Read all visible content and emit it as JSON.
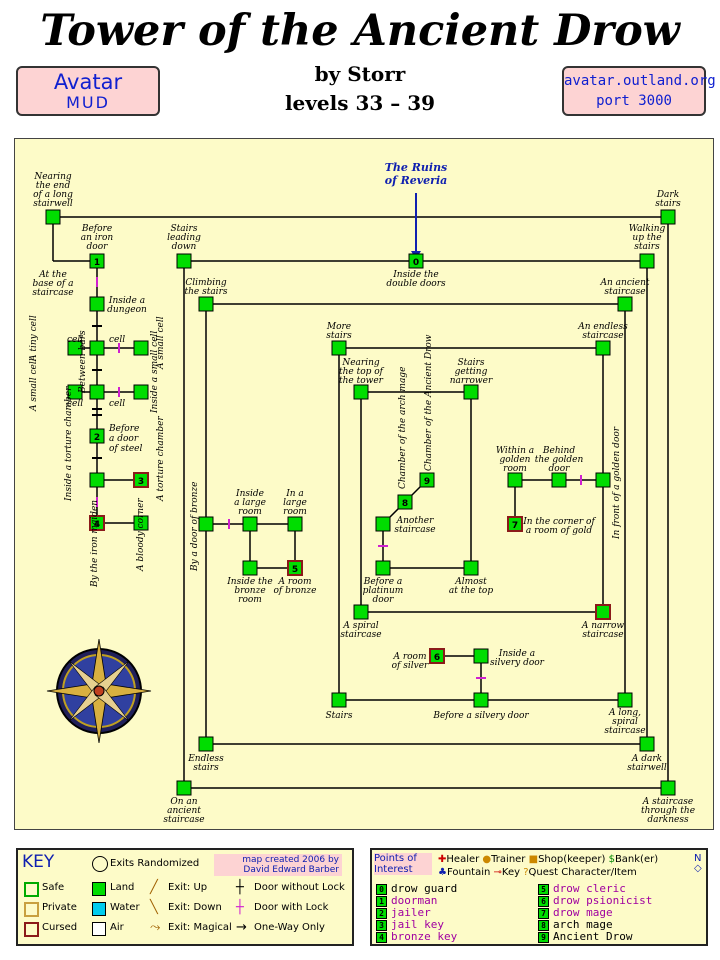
{
  "header": {
    "title": "Tower of the Ancient Drow",
    "author": "by Storr",
    "levels": "levels 33 – 39",
    "mud_name": "Avatar",
    "mud_sub": "MUD",
    "server_host": "avatar.outland.org",
    "server_port": "port 3000"
  },
  "map": {
    "entry_label_1": "The Ruins",
    "entry_label_2": "of Reveria",
    "rooms": [
      {
        "id": "nearing-end",
        "lines": [
          "Nearing",
          "the end",
          "of a long",
          "stairwell"
        ]
      },
      {
        "id": "dark-stairs",
        "lines": [
          "Dark",
          "stairs"
        ]
      },
      {
        "id": "before-iron-door",
        "lines": [
          "Before",
          "an iron",
          "door"
        ]
      },
      {
        "id": "stairs-leading-down",
        "lines": [
          "Stairs",
          "leading",
          "down"
        ]
      },
      {
        "id": "walking-up",
        "lines": [
          "Walking",
          "up the",
          "stairs"
        ]
      },
      {
        "id": "base-staircase",
        "lines": [
          "At the",
          "base of a",
          "staircase"
        ]
      },
      {
        "id": "inside-double-doors",
        "lines": [
          "Inside the",
          "double doors"
        ]
      },
      {
        "id": "climbing",
        "lines": [
          "Climbing",
          "the stairs"
        ]
      },
      {
        "id": "ancient-staircase-top",
        "lines": [
          "An ancient",
          "staircase"
        ]
      },
      {
        "id": "inside-dungeon",
        "lines": [
          "Inside a",
          "dungeon"
        ]
      },
      {
        "id": "more-stairs",
        "lines": [
          "More",
          "stairs"
        ]
      },
      {
        "id": "endless-staircase",
        "lines": [
          "An endless",
          "staircase"
        ]
      },
      {
        "id": "nearing-top",
        "lines": [
          "Nearing",
          "the top of",
          "the tower"
        ]
      },
      {
        "id": "stairs-narrower",
        "lines": [
          "Stairs",
          "getting",
          "narrower"
        ]
      },
      {
        "id": "within-golden",
        "lines": [
          "Within a",
          "golden",
          "room"
        ]
      },
      {
        "id": "behind-golden",
        "lines": [
          "Behind",
          "the golden",
          "door"
        ]
      },
      {
        "id": "another-staircase",
        "lines": [
          "Another",
          "staircase"
        ]
      },
      {
        "id": "corner-gold",
        "lines": [
          "In the corner of",
          "a room of gold"
        ]
      },
      {
        "id": "inside-large-room",
        "lines": [
          "Inside",
          "a large",
          "room"
        ]
      },
      {
        "id": "in-large-room",
        "lines": [
          "In a",
          "large",
          "room"
        ]
      },
      {
        "id": "inside-bronze",
        "lines": [
          "Inside the",
          "bronze",
          "room"
        ]
      },
      {
        "id": "room-of-bronze",
        "lines": [
          "A room",
          "of bronze"
        ]
      },
      {
        "id": "before-platinum",
        "lines": [
          "Before a",
          "platinum",
          "door"
        ]
      },
      {
        "id": "almost-top",
        "lines": [
          "Almost",
          "at the top"
        ]
      },
      {
        "id": "spiral-staircase",
        "lines": [
          "A spiral",
          "staircase"
        ]
      },
      {
        "id": "narrow-staircase",
        "lines": [
          "A narrow",
          "staircase"
        ]
      },
      {
        "id": "room-silver",
        "lines": [
          "A room",
          "of silver"
        ]
      },
      {
        "id": "inside-silvery",
        "lines": [
          "Inside a",
          "silvery door"
        ]
      },
      {
        "id": "stairs-low",
        "lines": [
          "Stairs"
        ]
      },
      {
        "id": "before-silvery",
        "lines": [
          "Before a silvery door"
        ]
      },
      {
        "id": "long-spiral",
        "lines": [
          "A long,",
          "spiral",
          "staircase"
        ]
      },
      {
        "id": "endless-stairs",
        "lines": [
          "Endless",
          "stairs"
        ]
      },
      {
        "id": "dark-stairwell",
        "lines": [
          "A dark",
          "stairwell"
        ]
      },
      {
        "id": "ancient-staircase-bottom",
        "lines": [
          "On an",
          "ancient",
          "staircase"
        ]
      },
      {
        "id": "through-darkness",
        "lines": [
          "A staircase",
          "through the",
          "darkness"
        ]
      }
    ],
    "vertical_labels": {
      "tiny_cell": "A tiny cell",
      "small_cell_left": "A small cell",
      "small_cell_right": "A small cell",
      "inside_small_cell": "Inside a small cell",
      "between_bars": "Between bars",
      "cell": "cell",
      "before_door_steel_1": "Before",
      "before_door_steel_2": "a door",
      "before_door_steel_3": "of steel",
      "inside_torture": "Inside a torture chamber",
      "torture_chamber": "A torture chamber",
      "iron_maiden": "By the iron maiden",
      "bloody_corner": "A bloody corner",
      "door_bronze": "By a door of bronze",
      "chamber_arch_mage": "Chamber of the arch mage",
      "chamber_ancient_drow": "Chamber of the Ancient Drow",
      "front_golden_door": "In front of a golden door"
    }
  },
  "key": {
    "title": "KEY",
    "exits_randomized": "Exits Randomized",
    "credit_1": "map created 2006 by",
    "credit_2": "David Edward Barber",
    "rows": [
      {
        "a": "Safe",
        "b": "Land",
        "c": "Exit: Up",
        "d": "Door without Lock"
      },
      {
        "a": "Private",
        "b": "Water",
        "c": "Exit: Down",
        "d": "Door with Lock"
      },
      {
        "a": "Cursed",
        "b": "Air",
        "c": "Exit: Magical",
        "d": "One-Way Only"
      }
    ]
  },
  "poi": {
    "title_1": "Points of",
    "title_2": "Interest",
    "legend_row1": [
      "Healer",
      "Trainer",
      "Shop(keeper)",
      "Bank(er)"
    ],
    "legend_row2": [
      "Fountain",
      "Key",
      "Quest Character/Item"
    ],
    "items": [
      {
        "n": "0",
        "label": "drow guard"
      },
      {
        "n": "1",
        "label": "doorman"
      },
      {
        "n": "2",
        "label": "jailer"
      },
      {
        "n": "3",
        "label": "jail key"
      },
      {
        "n": "4",
        "label": "bronze key"
      },
      {
        "n": "5",
        "label": "drow cleric"
      },
      {
        "n": "6",
        "label": "drow psionicist"
      },
      {
        "n": "7",
        "label": "drow mage"
      },
      {
        "n": "8",
        "label": "arch mage"
      },
      {
        "n": "9",
        "label": "Ancient Drow"
      }
    ]
  },
  "colors": {
    "land": "#00dd00",
    "water": "#00ccee",
    "safe_border": "#00aa00",
    "cursed_border": "#8b1a1a",
    "parchment": "#fdfbc8",
    "lock_door": "#d020d0",
    "path_blue": "#1020b0"
  }
}
